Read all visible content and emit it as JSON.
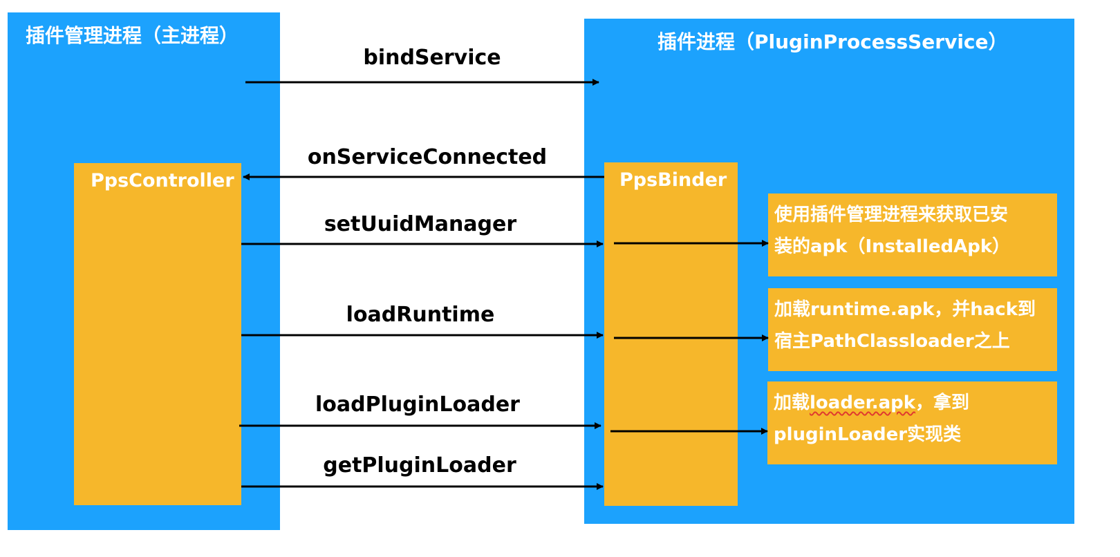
{
  "main_process": {
    "title": "插件管理进程（主进程）"
  },
  "plugin_process": {
    "title": "插件进程（PluginProcessService）"
  },
  "pps_controller": {
    "label": "PpsController"
  },
  "pps_binder": {
    "label": "PpsBinder"
  },
  "messages": {
    "bind_service": "bindService",
    "on_service_connected": "onServiceConnected",
    "set_uuid_manager": "setUuidManager",
    "load_runtime": "loadRuntime",
    "load_plugin_loader": "loadPluginLoader",
    "get_plugin_loader": "getPluginLoader"
  },
  "notes": {
    "installed_apk": {
      "line1": "使用插件管理进程来获取已安",
      "line2": "装的apk（InstalledApk）"
    },
    "runtime": {
      "line1": "加载runtime.apk，并hack到",
      "line2": "宿主PathClassloader之上"
    },
    "loader": {
      "line1_pre": "加载",
      "line1_link": "loader.apk",
      "line1_post": "，拿到",
      "line2": "pluginLoader实现类"
    }
  },
  "colors": {
    "process_bg": "#1ca2fd",
    "component_bg": "#f6b72b",
    "arrow": "#000000",
    "text_light": "#ffffff"
  }
}
